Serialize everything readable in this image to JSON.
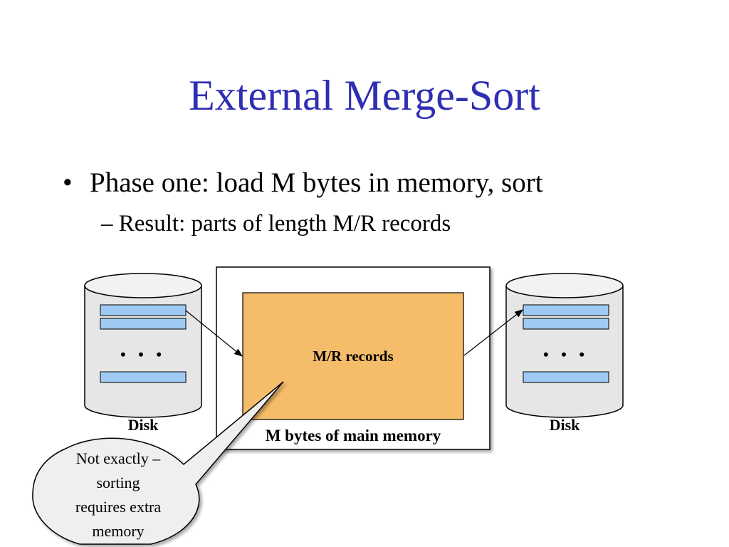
{
  "slide": {
    "title": "External Merge-Sort",
    "bullet_marker": "•",
    "bullet": "Phase one: load M bytes in memory, sort",
    "subbullet": "– Result: parts of length M/R records"
  },
  "diagram": {
    "left_disk_label": "Disk",
    "right_disk_label": "Disk",
    "ellipsis": "• • •",
    "memory_label": "M bytes of main memory",
    "records_label": "M/R records",
    "callout_lines": [
      "Not exactly –",
      "sorting",
      "requires extra",
      "memory"
    ]
  },
  "colors": {
    "title": "#2f2fb3",
    "records_fill": "#f5bd6a",
    "record_bar": "#9fcaf3",
    "disk_fill": "#e6e6e6",
    "callout_fill": "#efefef"
  }
}
